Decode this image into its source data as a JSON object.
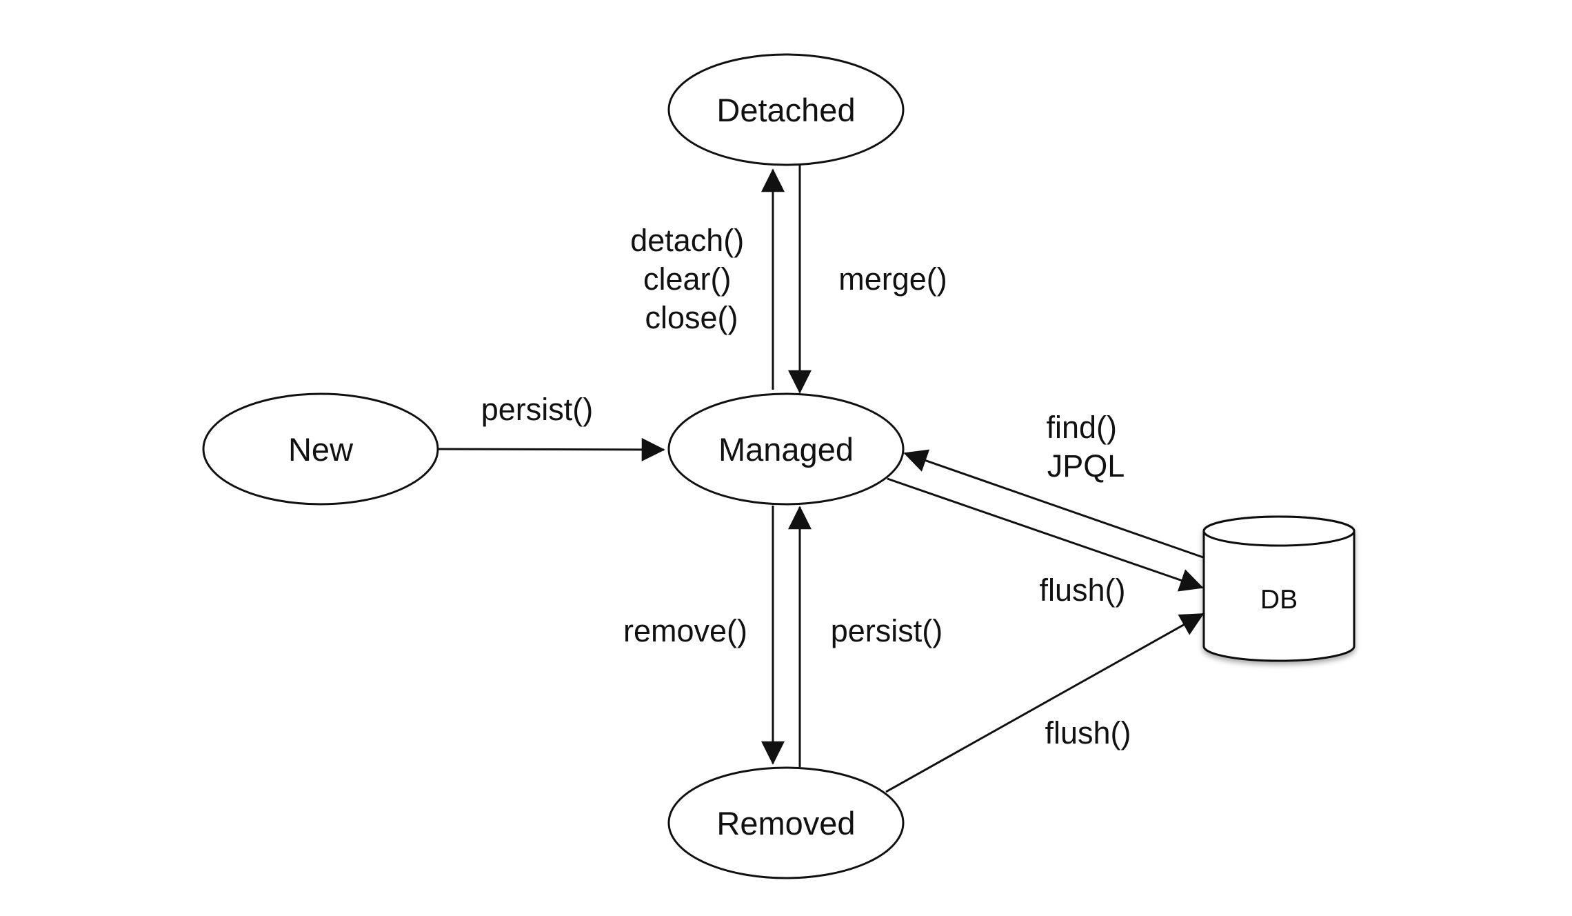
{
  "nodes": {
    "detached": "Detached",
    "new": "New",
    "managed": "Managed",
    "removed": "Removed",
    "db": "DB"
  },
  "edges": {
    "detach": {
      "lines": [
        "detach()",
        "clear()",
        "close()"
      ]
    },
    "merge": "merge()",
    "persist_new": "persist()",
    "find": {
      "lines": [
        "find()",
        "JPQL"
      ]
    },
    "flush_managed": "flush()",
    "remove": "remove()",
    "persist_removed": "persist()",
    "flush_removed": "flush()"
  },
  "colors": {
    "stroke": "#111111",
    "background": "#ffffff"
  }
}
